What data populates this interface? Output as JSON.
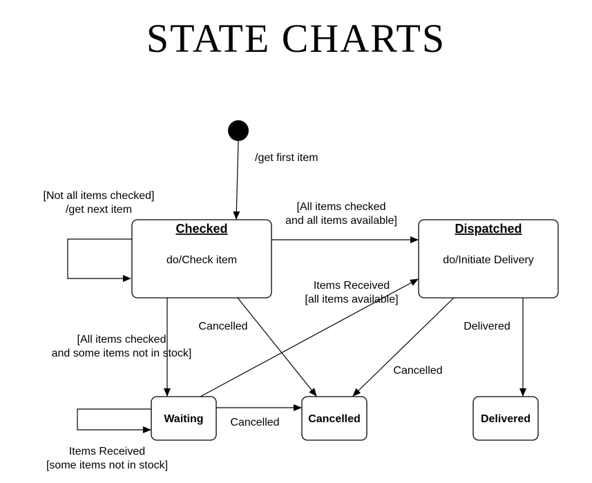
{
  "title": "STATE CHARTS",
  "states": {
    "checked": {
      "name": "Checked",
      "activity": "do/Check item"
    },
    "dispatched": {
      "name": "Dispatched",
      "activity": "do/Initiate Delivery"
    },
    "waiting": {
      "name": "Waiting"
    },
    "cancelled": {
      "name": "Cancelled"
    },
    "delivered": {
      "name": "Delivered"
    }
  },
  "transitions": {
    "initial": "/get first item",
    "checked_self": [
      "[Not all items checked]",
      "/get next item"
    ],
    "checked_to_dispatched": [
      "[All items checked",
      "and all items available]"
    ],
    "waiting_to_dispatched": [
      "Items Received",
      "[all items available]"
    ],
    "checked_to_waiting": [
      "[All items checked",
      "and some items not in stock]"
    ],
    "checked_to_cancelled": "Cancelled",
    "dispatched_to_cancelled": "Cancelled",
    "dispatched_to_delivered": "Delivered",
    "waiting_to_cancelled": "Cancelled",
    "waiting_self": [
      "Items Received",
      "[some items not in stock]"
    ]
  }
}
